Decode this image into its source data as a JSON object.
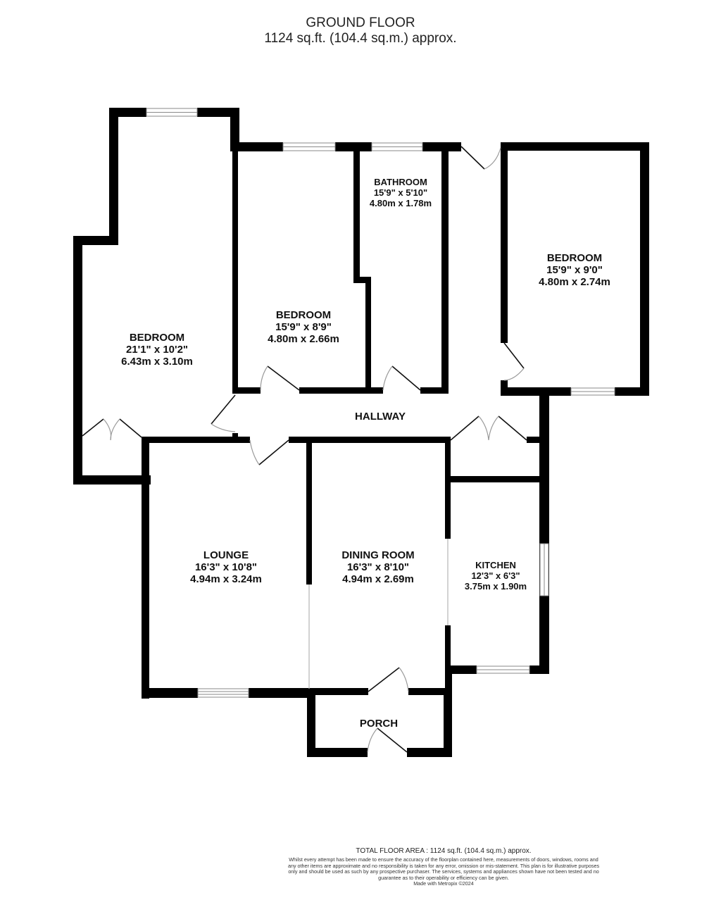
{
  "header": {
    "title": "GROUND FLOOR",
    "subtitle": "1124 sq.ft. (104.4 sq.m.) approx."
  },
  "rooms": [
    {
      "id": "bedroom-1",
      "name": "BEDROOM",
      "imperial": "21'1\"  x 10'2\"",
      "metric": "6.43m  x 3.10m"
    },
    {
      "id": "bedroom-2",
      "name": "BEDROOM",
      "imperial": "15'9\"  x 8'9\"",
      "metric": "4.80m  x 2.66m"
    },
    {
      "id": "bathroom",
      "name": "BATHROOM",
      "imperial": "15'9\"  x 5'10\"",
      "metric": "4.80m  x 1.78m"
    },
    {
      "id": "bedroom-3",
      "name": "BEDROOM",
      "imperial": "15'9\"  x 9'0\"",
      "metric": "4.80m  x 2.74m"
    },
    {
      "id": "hallway",
      "name": "HALLWAY"
    },
    {
      "id": "lounge",
      "name": "LOUNGE",
      "imperial": "16'3\"  x 10'8\"",
      "metric": "4.94m  x 3.24m"
    },
    {
      "id": "dining-room",
      "name": "DINING ROOM",
      "imperial": "16'3\"  x 8'10\"",
      "metric": "4.94m  x 2.69m"
    },
    {
      "id": "kitchen",
      "name": "KITCHEN",
      "imperial": "12'3\"  x 6'3\"",
      "metric": "3.75m  x 1.90m"
    },
    {
      "id": "porch",
      "name": "PORCH"
    }
  ],
  "footer": {
    "total": "TOTAL FLOOR AREA : 1124 sq.ft. (104.4 sq.m.) approx.",
    "disclaimer": "Whilst every attempt has been made to ensure the accuracy of the floorplan contained here, measurements of doors, windows, rooms and any other items are approximate and no responsibility is taken for any error, omission or mis-statement. This plan is for illustrative purposes only and should be used as such by any prospective purchaser. The services, systems and appliances shown have not been tested and no guarantee as to their operability or efficiency can be given.",
    "credit": "Made with Metropix ©2024"
  },
  "colors": {
    "wall": "#000000",
    "background": "#ffffff",
    "window": "#8a8a8a"
  }
}
